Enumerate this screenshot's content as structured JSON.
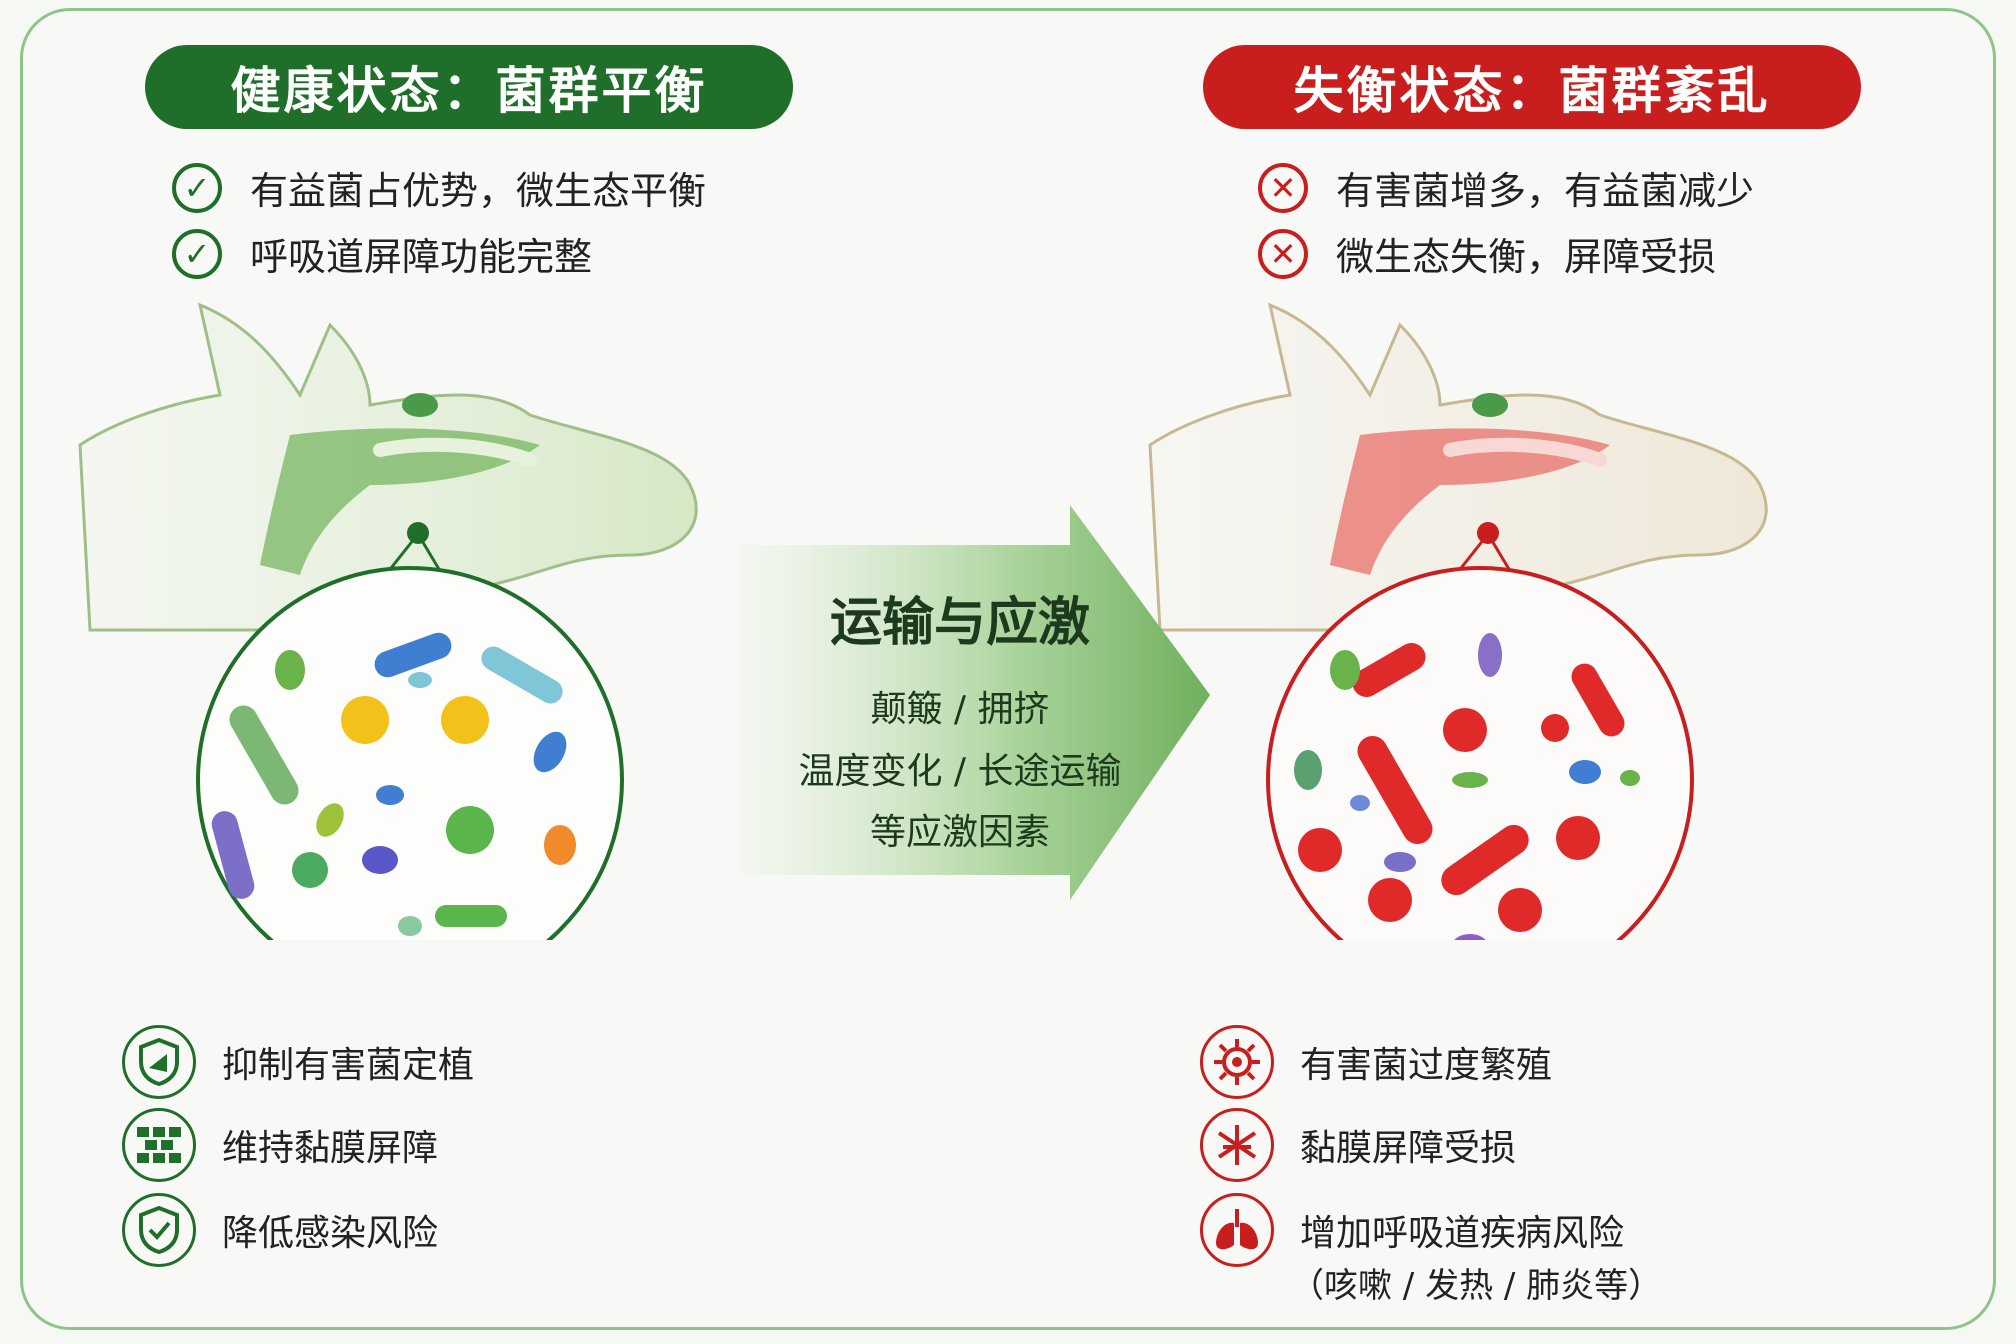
{
  "colors": {
    "healthy": "#1f6f2a",
    "imbalance": "#c81e1e",
    "frame": "#8fc489"
  },
  "left": {
    "title": "健康状态：菌群平衡",
    "points": [
      "有益菌占优势，微生态平衡",
      "呼吸道屏障功能完整"
    ],
    "benefits": [
      {
        "icon": "shield-bacteria-icon",
        "text": "抑制有害菌定植"
      },
      {
        "icon": "mucosa-barrier-icon",
        "text": "维持黏膜屏障"
      },
      {
        "icon": "shield-check-icon",
        "text": "降低感染风险"
      }
    ]
  },
  "center": {
    "title": "运输与应激",
    "lines": [
      "颠簸 / 拥挤",
      "温度变化 / 长途运输",
      "等应激因素"
    ]
  },
  "right": {
    "title": "失衡状态：菌群紊乱",
    "points": [
      "有害菌增多，有益菌减少",
      "微生态失衡，屏障受损"
    ],
    "effects": [
      {
        "icon": "virus-target-icon",
        "text": "有害菌过度繁殖"
      },
      {
        "icon": "damaged-barrier-icon",
        "text": "黏膜屏障受损"
      },
      {
        "icon": "lungs-icon",
        "text": "增加呼吸道疾病风险"
      }
    ],
    "effects_note": "（咳嗽 / 发热 / 肺炎等）"
  }
}
